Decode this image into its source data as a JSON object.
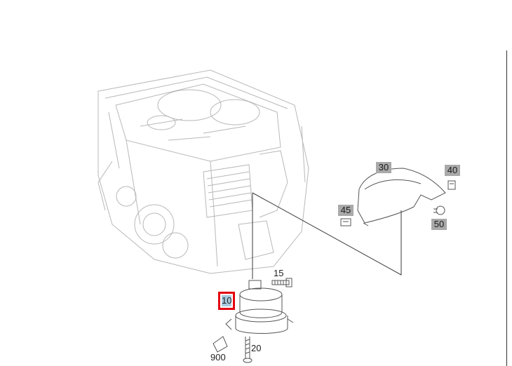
{
  "callouts": [
    {
      "id": "c10",
      "label": "10",
      "style": "selected"
    },
    {
      "id": "c15",
      "label": "15",
      "style": "plain"
    },
    {
      "id": "c20",
      "label": "20",
      "style": "plain"
    },
    {
      "id": "c30",
      "label": "30",
      "style": "boxed"
    },
    {
      "id": "c40",
      "label": "40",
      "style": "boxed"
    },
    {
      "id": "c45",
      "label": "45",
      "style": "boxed"
    },
    {
      "id": "c50",
      "label": "50",
      "style": "boxed"
    },
    {
      "id": "c900",
      "label": "900",
      "style": "plain"
    }
  ],
  "colors": {
    "line_art": "#b8b8b8",
    "line_art_dark": "#3a3a3a",
    "callout_box": "#a9a9a9",
    "selected_fill": "#a7c9df",
    "selected_border": "#e3000f"
  }
}
